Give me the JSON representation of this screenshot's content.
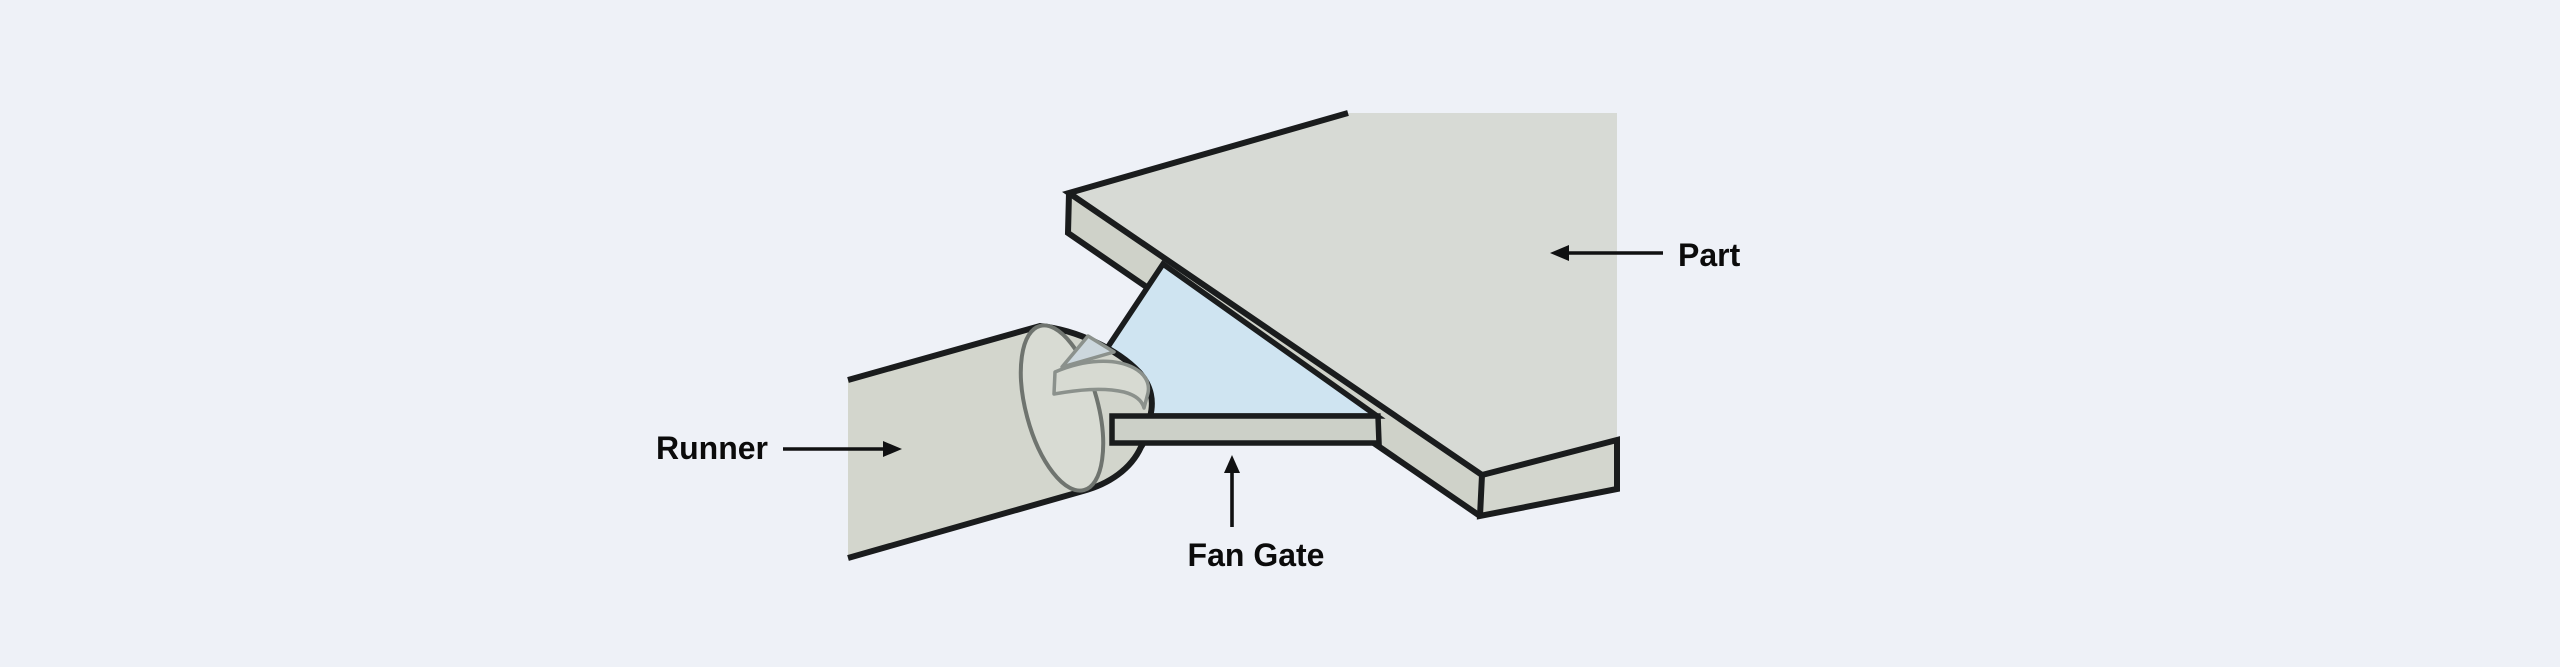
{
  "diagram": {
    "type": "fan-gate-injection-molding-illustration",
    "labels": {
      "runner": "Runner",
      "fan_gate": "Fan Gate",
      "part": "Part"
    }
  },
  "colors": {
    "background": "#eef1f7",
    "outline": "#1a1c1d",
    "part_top_face": "#d7dad5",
    "part_front_face": "#cfd2c9",
    "part_end_face": "#d3d6ce",
    "gate_land": "#ccd0c8",
    "runner_body": "#d3d6cd",
    "runner_tip": "#d2d5cc",
    "runner_end_cap": "#d8dbd3",
    "fan_gate_fill": "#cfe4f1",
    "flow_ribbon_fill": "#d7dad2",
    "flow_arrowhead_fill": "#ccd7dd",
    "flow_stroke": "#8b918c",
    "label_text": "#0b0b0b"
  }
}
